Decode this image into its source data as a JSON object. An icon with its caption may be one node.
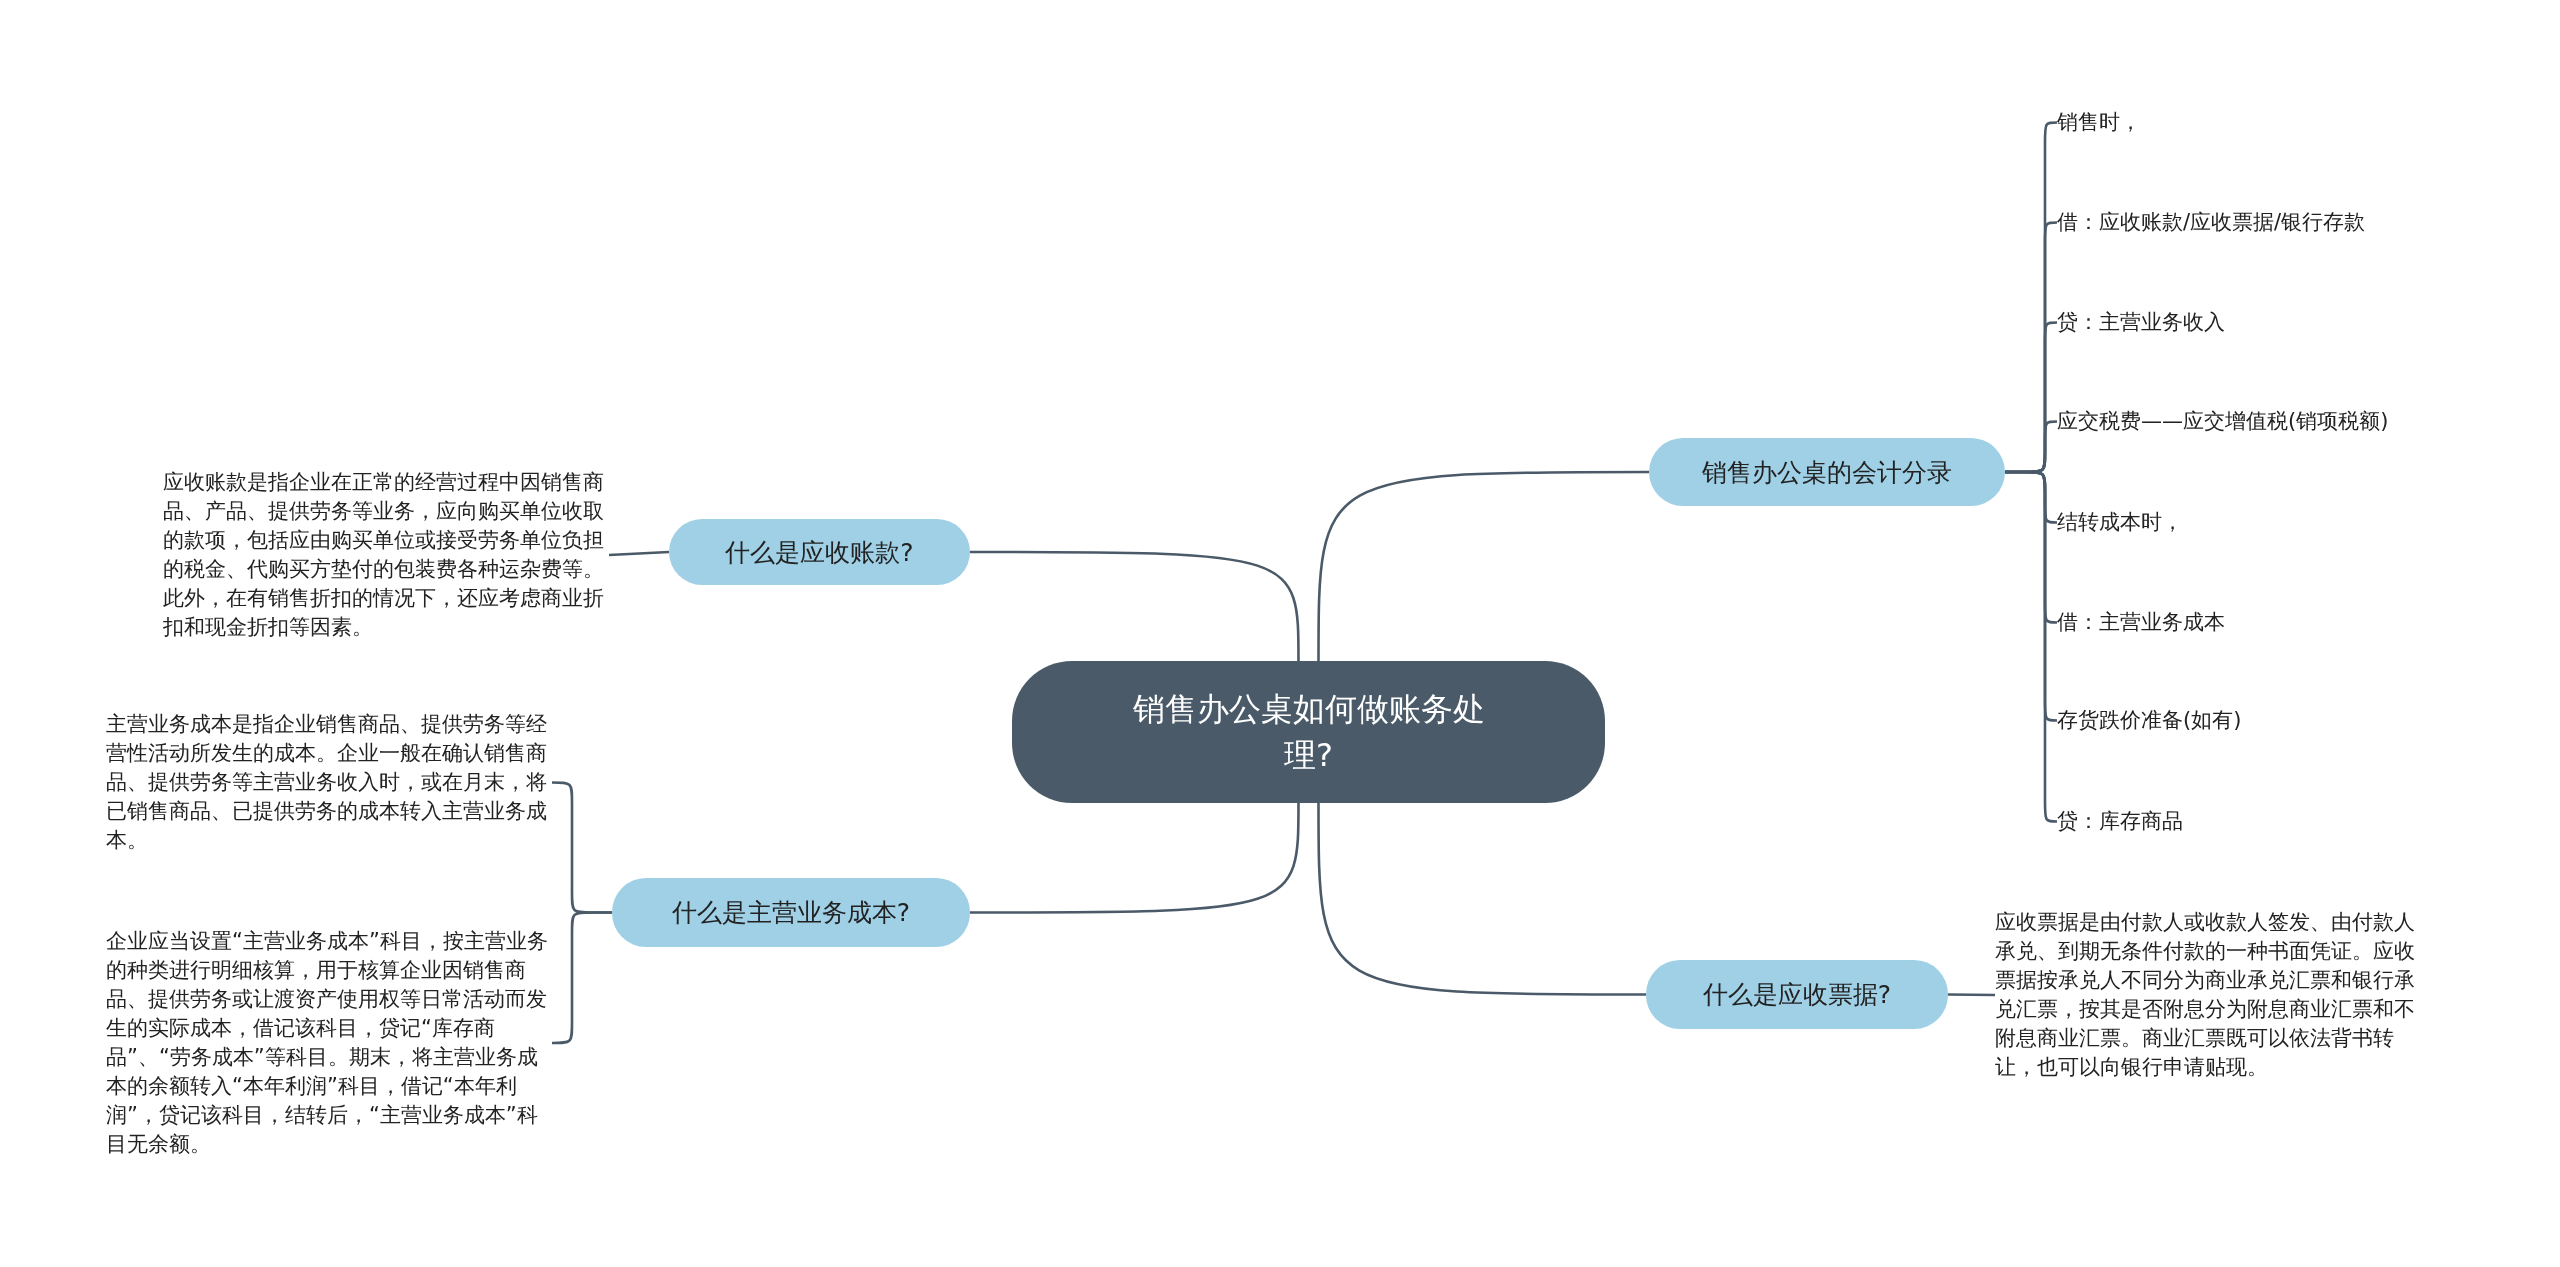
{
  "diagram": {
    "nodes": [
      {
        "text": [
          "销售办公桌如何做账务处理?"
        ]
      },
      {
        "text": [
          "销售办公桌的会计分录"
        ]
      },
      {
        "text": [
          "销售时，"
        ]
      },
      {
        "text": [
          "借：应收账款/应收票据/银行存款"
        ]
      },
      {
        "text": [
          "贷：主营业务收入"
        ]
      },
      {
        "text": [
          "应交税费——应交增值税(销项税额)"
        ]
      },
      {
        "text": [
          "结转成本时，"
        ]
      },
      {
        "text": [
          "借：主营业务成本"
        ]
      },
      {
        "text": [
          "存货跌价准备(如有)"
        ]
      },
      {
        "text": [
          "贷：库存商品"
        ]
      },
      {
        "text": [
          "什么是应收票据?"
        ]
      },
      {
        "text": [
          "应收票据是由付款人或收款人签发、由付款人承兑、到期无条件付款的一种书面凭证。应收票据按承兑人不同分为商业承兑汇票和银行承兑汇票，按其是否附息分为附息商业汇票和不附息商业汇票。商业汇票既可以依法背书转让，也可以向银行申请贴现。"
        ]
      },
      {
        "text": [
          "什么是应收账款?"
        ]
      },
      {
        "text": [
          "应收账款是指企业在正常的经营过程中因销售商品、产品、提供劳务等业务，应向购买单位收取的款项，包括应由购买单位或接受劳务单位负担的税金、代购买方垫付的包装费各种运杂费等。此外，在有销售折扣的情况下，还应考虑商业折扣和现金折扣等因素。"
        ]
      },
      {
        "text": [
          "什么是主营业务成本?"
        ]
      },
      {
        "text": [
          "主营业务成本是指企业销售商品、提供劳务等经营性活动所发生的成本。企业一般在确认销售商品、提供劳务等主营业务收入时，或在月末，将已销售商品、已提供劳务的成本转入主营业务成本。"
        ]
      },
      {
        "text": [
          "企业应当设置“主营业务成本”科目，按主营业务的种类进行明细核算，用于核算企业因销售商品、提供劳务或让渡资产使用权等日常活动而发生的实际成本，借记该科目，贷记“库存商品”、“劳务成本”等科目。期末，将主营业务成本的余额转入“本年利润”科目，借记“本年利润”，贷记该科目，结转后，“主营业务成本”科目无余额。"
        ]
      }
    ],
    "edges": [
      {
        "from": 0,
        "to": 1,
        "arrow": "none"
      },
      {
        "from": 1,
        "to": 2,
        "arrow": "none"
      },
      {
        "from": 1,
        "to": 3,
        "arrow": "none"
      },
      {
        "from": 1,
        "to": 4,
        "arrow": "none"
      },
      {
        "from": 1,
        "to": 5,
        "arrow": "none"
      },
      {
        "from": 1,
        "to": 6,
        "arrow": "none"
      },
      {
        "from": 1,
        "to": 7,
        "arrow": "none"
      },
      {
        "from": 1,
        "to": 8,
        "arrow": "none"
      },
      {
        "from": 1,
        "to": 9,
        "arrow": "none"
      },
      {
        "from": 0,
        "to": 10,
        "arrow": "none"
      },
      {
        "from": 10,
        "to": 11,
        "arrow": "none"
      },
      {
        "from": 0,
        "to": 12,
        "arrow": "none"
      },
      {
        "from": 12,
        "to": 13,
        "arrow": "none"
      },
      {
        "from": 0,
        "to": 14,
        "arrow": "none"
      },
      {
        "from": 14,
        "to": 15,
        "arrow": "none"
      },
      {
        "from": 14,
        "to": 16,
        "arrow": "none"
      }
    ]
  }
}
